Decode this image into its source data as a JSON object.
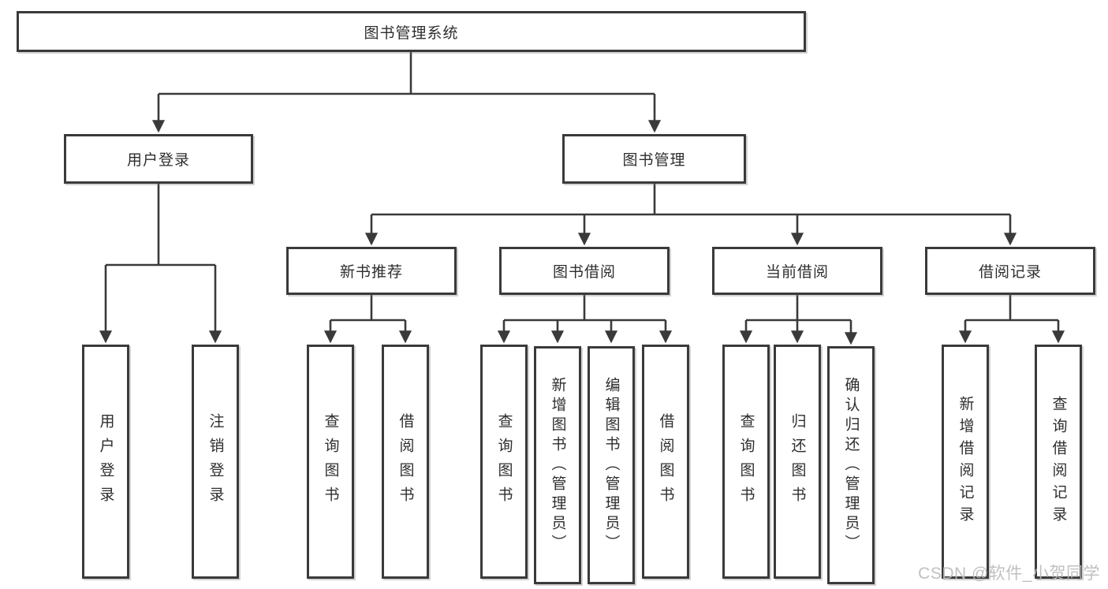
{
  "colors": {
    "line": "#3a3a3a",
    "box_border": "#3a3a3a",
    "box_fill": "#ffffff",
    "text": "#2e2e2e",
    "background": "#ffffff",
    "watermark": "#b9b9b9"
  },
  "watermark": "CSDN @软件_小贺同学",
  "diagram": {
    "root": {
      "label": "图书管理系统"
    },
    "level2": [
      {
        "label": "用户登录"
      },
      {
        "label": "图书管理"
      }
    ],
    "level3": [
      {
        "label": "新书推荐",
        "parent": "图书管理"
      },
      {
        "label": "图书借阅",
        "parent": "图书管理"
      },
      {
        "label": "当前借阅",
        "parent": "图书管理"
      },
      {
        "label": "借阅记录",
        "parent": "图书管理"
      }
    ],
    "leaves": [
      {
        "label": "用户登录",
        "parent": "用户登录"
      },
      {
        "label": "注销登录",
        "parent": "用户登录"
      },
      {
        "label": "查询图书",
        "parent": "新书推荐"
      },
      {
        "label": "借阅图书",
        "parent": "新书推荐"
      },
      {
        "label": "查询图书",
        "parent": "图书借阅"
      },
      {
        "label": "新增图书（管理员）",
        "parent": "图书借阅"
      },
      {
        "label": "编辑图书（管理员）",
        "parent": "图书借阅"
      },
      {
        "label": "借阅图书",
        "parent": "图书借阅"
      },
      {
        "label": "查询图书",
        "parent": "当前借阅"
      },
      {
        "label": "归还图书",
        "parent": "当前借阅"
      },
      {
        "label": "确认归还（管理员）",
        "parent": "当前借阅"
      },
      {
        "label": "新增借阅记录",
        "parent": "借阅记录"
      },
      {
        "label": "查询借阅记录",
        "parent": "借阅记录"
      }
    ]
  }
}
